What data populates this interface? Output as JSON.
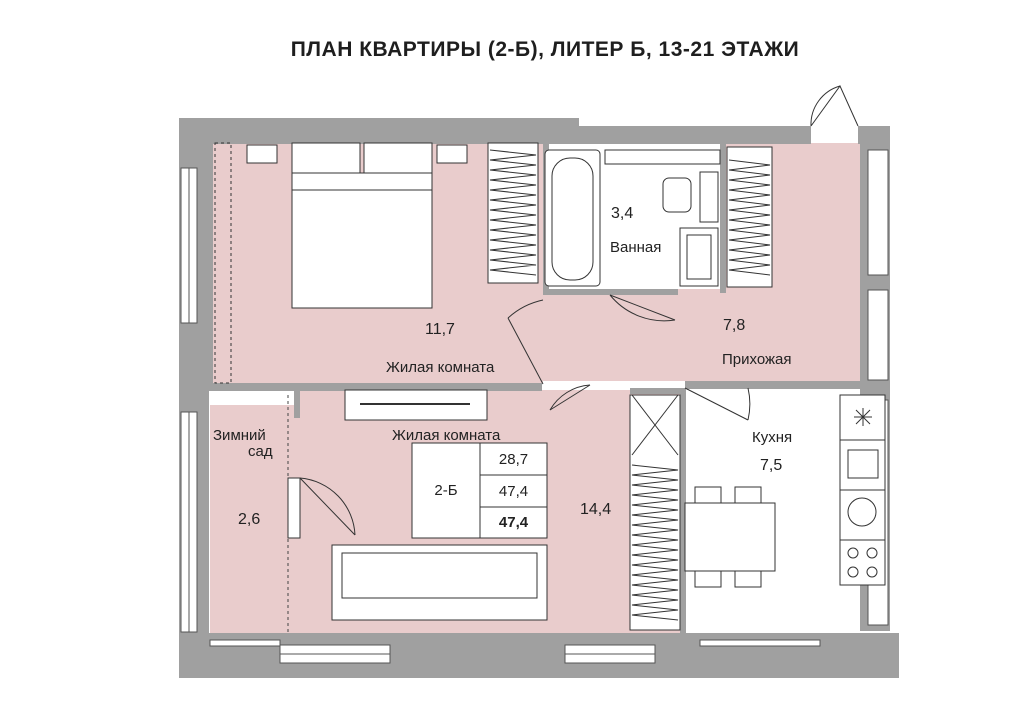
{
  "title": "ПЛАН КВАРТИРЫ  (2-Б), ЛИТЕР Б, 13-21 ЭТАЖИ",
  "rooms": {
    "bedroom": {
      "name": "Жилая комната",
      "area": "11,7"
    },
    "bathroom": {
      "name": "Ванная",
      "area": "3,4"
    },
    "hallway": {
      "name": "Прихожая",
      "area": "7,8"
    },
    "living": {
      "name": "Жилая комната",
      "area": "14,4"
    },
    "kitchen": {
      "name": "Кухня",
      "area": "7,5"
    },
    "winter_garden": {
      "name_line1": "Зимний",
      "name_line2": "сад",
      "area": "2,6"
    }
  },
  "summary_table": {
    "type": "2-Б",
    "living_area": "28,7",
    "total_area": "47,4",
    "total_area_bold": "47,4"
  },
  "colors": {
    "wall": "#a0a0a0",
    "room_fill": "#e9cccc",
    "window": "#ffffff",
    "line": "#3a3a3a"
  }
}
